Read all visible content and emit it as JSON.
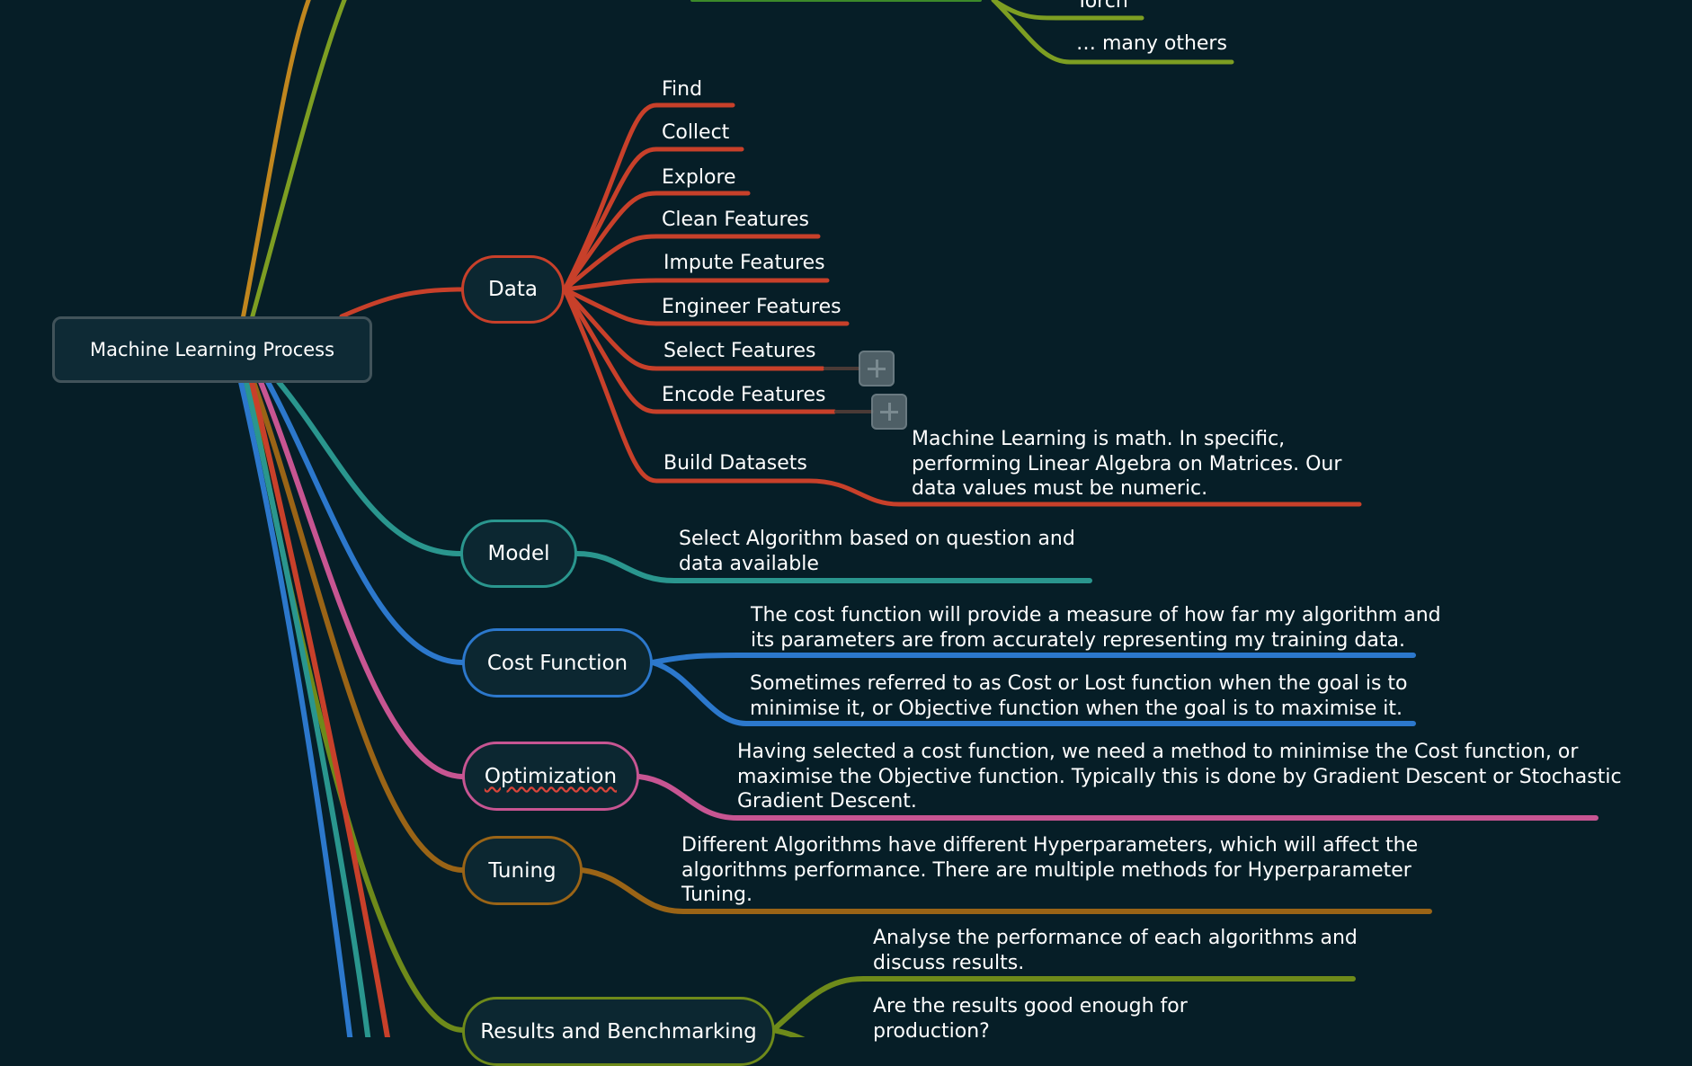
{
  "colors": {
    "background": "#061e27",
    "data": "#c8402a",
    "model": "#2a968e",
    "cost": "#2c78cc",
    "optimization": "#c75592",
    "tuning": "#9a6416",
    "results": "#6e8a1a",
    "top_orange": "#c0861e",
    "top_green": "#7d9e22",
    "root_border": "#41535a"
  },
  "root": {
    "label": "Machine Learning Process"
  },
  "top_branch": {
    "items": [
      "Torch",
      "… many others"
    ]
  },
  "data_branch": {
    "label": "Data",
    "items": [
      "Find",
      "Collect",
      "Explore",
      "Clean Features",
      "Impute Features",
      "Engineer Features",
      "Select Features",
      "Encode Features",
      "Build Datasets"
    ],
    "note": [
      "Machine Learning is math. In specific,",
      "performing Linear Algebra on Matrices. Our",
      "data values must be numeric."
    ]
  },
  "model_branch": {
    "label": "Model",
    "note": [
      "Select Algorithm based on question and",
      "data available"
    ]
  },
  "cost_branch": {
    "label": "Cost Function",
    "note1": [
      "The cost function will provide a measure of how far my algorithm and",
      "its parameters are from accurately representing my training data."
    ],
    "note2": [
      "Sometimes referred to as Cost or Lost function when the goal is to",
      "minimise it, or Objective function when the goal is to maximise it."
    ]
  },
  "optimization_branch": {
    "label": "Optimization",
    "note": [
      "Having selected a cost function, we need a method to minimise the Cost function, or",
      "maximise the Objective function. Typically this is done by Gradient Descent or Stochastic",
      "Gradient Descent."
    ]
  },
  "tuning_branch": {
    "label": "Tuning",
    "note": [
      "Different Algorithms have different Hyperparameters, which will affect the",
      "algorithms performance. There are multiple methods for Hyperparameter",
      "Tuning."
    ]
  },
  "results_branch": {
    "label": "Results and Benchmarking",
    "note1": [
      "Analyse the performance of each algorithms and",
      "discuss results."
    ],
    "note2": [
      "Are the results good enough for",
      "production?"
    ]
  }
}
